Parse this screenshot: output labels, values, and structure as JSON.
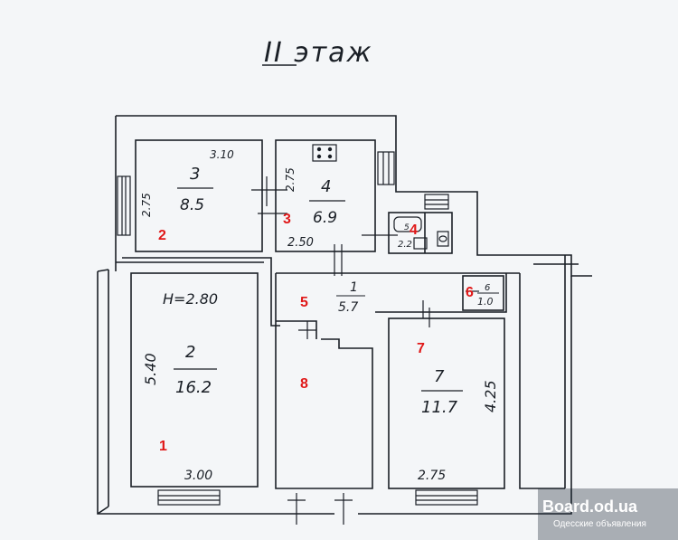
{
  "title": "II этаж",
  "rooms": [
    {
      "id": "r2",
      "number": "2",
      "area": "16.2",
      "marker": "1",
      "dims": [
        "H=2.80",
        "5.40",
        "3.00"
      ]
    },
    {
      "id": "r3",
      "number": "3",
      "area": "8.5",
      "marker": "2",
      "dims": [
        "3.10",
        "2.75"
      ]
    },
    {
      "id": "r4",
      "number": "4",
      "area": "6.9",
      "marker": "3",
      "dims": [
        "2.75",
        "2.50"
      ]
    },
    {
      "id": "r1",
      "number": "1",
      "area": "5.7",
      "marker": "5"
    },
    {
      "id": "r6",
      "number": "6",
      "area": "1.0",
      "marker": "6"
    },
    {
      "id": "r7",
      "number": "7",
      "area": "11.7",
      "marker": "7",
      "dims": [
        "4.25",
        "2.75"
      ]
    },
    {
      "id": "r8",
      "marker": "8"
    },
    {
      "id": "r5",
      "number": "5",
      "area": "2.2",
      "marker": "4"
    }
  ],
  "watermark": {
    "site": "Board.od.ua",
    "tagline": "Одесские объявления"
  },
  "colors": {
    "ink": "#1a1f26",
    "marker": "#e01818",
    "paper": "#f4f6f8"
  }
}
